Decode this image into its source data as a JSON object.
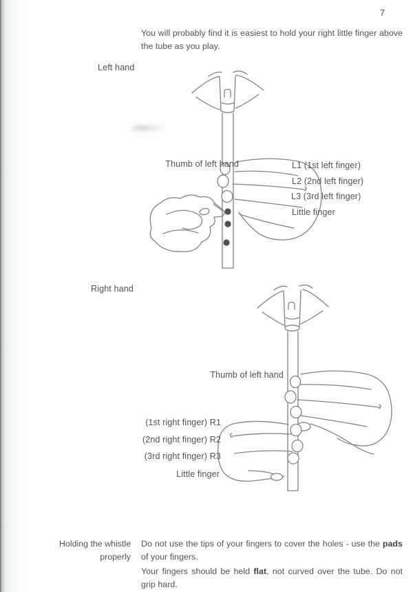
{
  "page": {
    "number": "7",
    "intro": "You will probably find it is easiest to hold your right little finger above the tube as you play.",
    "sections": {
      "left_hand": {
        "heading": "Left hand",
        "labels": {
          "thumb": "Thumb of left hand",
          "l1": "L1 (1st left finger)",
          "l2": "L2 (2nd left finger)",
          "l3": "L3 (3rd left finger)",
          "little": "Little finger"
        }
      },
      "right_hand": {
        "heading": "Right hand",
        "labels": {
          "thumb": "Thumb of left hand",
          "r1": "(1st right finger) R1",
          "r2": "(2nd right finger) R2",
          "r3": "(3rd right finger) R3",
          "little": "Little finger"
        }
      },
      "holding": {
        "heading": "Holding the whistle properly",
        "para1_pre": "Do not use the tips of your fingers to cover the holes - use the ",
        "para1_bold": "pads",
        "para1_post": " of your fingers.",
        "para2_pre": "Your fingers should be held ",
        "para2_bold": "flat",
        "para2_post": ", not curved over the tube. Do not grip hard."
      }
    }
  }
}
